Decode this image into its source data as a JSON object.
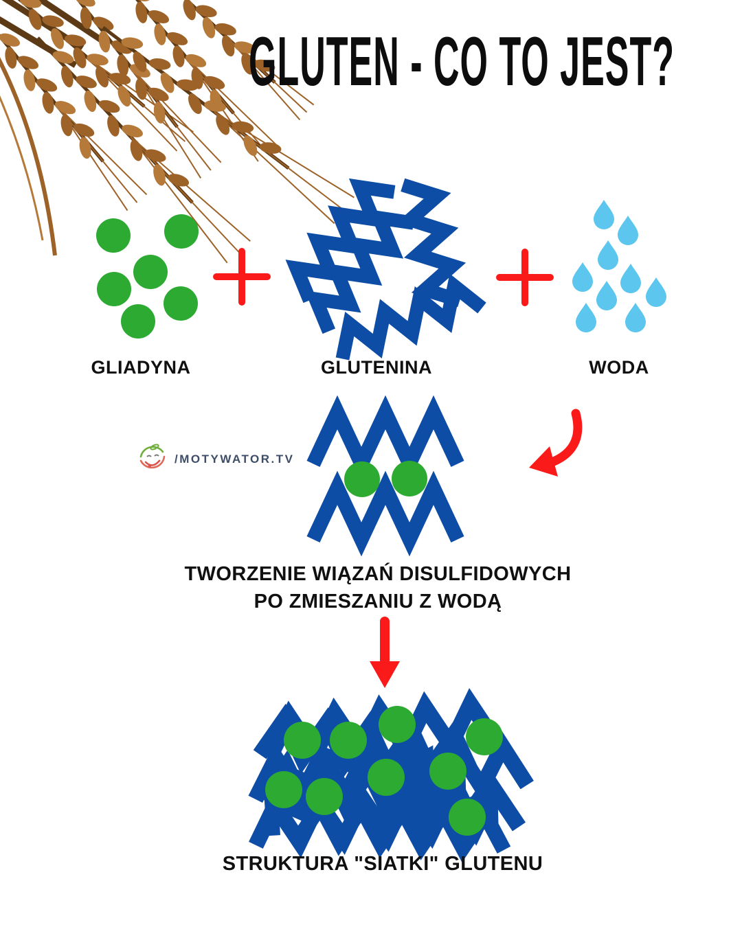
{
  "title": "GLUTEN - CO TO JEST?",
  "equation": {
    "operator": "+",
    "components": [
      {
        "name": "gliadyna",
        "label": "GLIADYNA",
        "icon": "green-circles-icon",
        "count": 6
      },
      {
        "name": "glutenina",
        "label": "GLUTENINA",
        "icon": "blue-zigzag-chains-icon",
        "count": 4
      },
      {
        "name": "woda",
        "label": "WODA",
        "icon": "water-drops-icon",
        "count": 9
      }
    ]
  },
  "process": {
    "caption_line1": "TWORZENIE WIĄZAŃ DISULFIDOWYCH",
    "caption_line2": "PO ZMIESZANIU Z WODĄ"
  },
  "result": {
    "caption": "STRUKTURA \"SIATKI\" GLUTENU"
  },
  "watermark": {
    "text": "/MOTYWATOR.TV"
  },
  "icons": {
    "wheat-photo": "photo of wheat ears, top-left corner",
    "plus-icon": "red plus operator",
    "curved-arrow-icon": "red curved arrow pointing down-left",
    "down-arrow-icon": "red straight arrow pointing down",
    "green-circles-icon": "cluster of green circles (gliadin)",
    "blue-zigzag-chains-icon": "cluster of blue zigzag chains (glutenin)",
    "water-drops-icon": "group of light blue water drops",
    "disulfide-bond-molecule-icon": "two zigzag chains bonded by two green circles",
    "gluten-network-icon": "mesh of zigzag chains with green circles",
    "motywator-logo-icon": "doodle smiley-fruit logo"
  },
  "colors": {
    "green": "#2caa32",
    "blue": "#0d4da6",
    "light_blue": "#5cc6ee",
    "red": "#fb1a1a",
    "text": "#101010",
    "watermark_text": "#3d4d68",
    "wheat_dark": "#5d3a16",
    "wheat_mid": "#9c6228",
    "wheat_light": "#b5793a"
  }
}
